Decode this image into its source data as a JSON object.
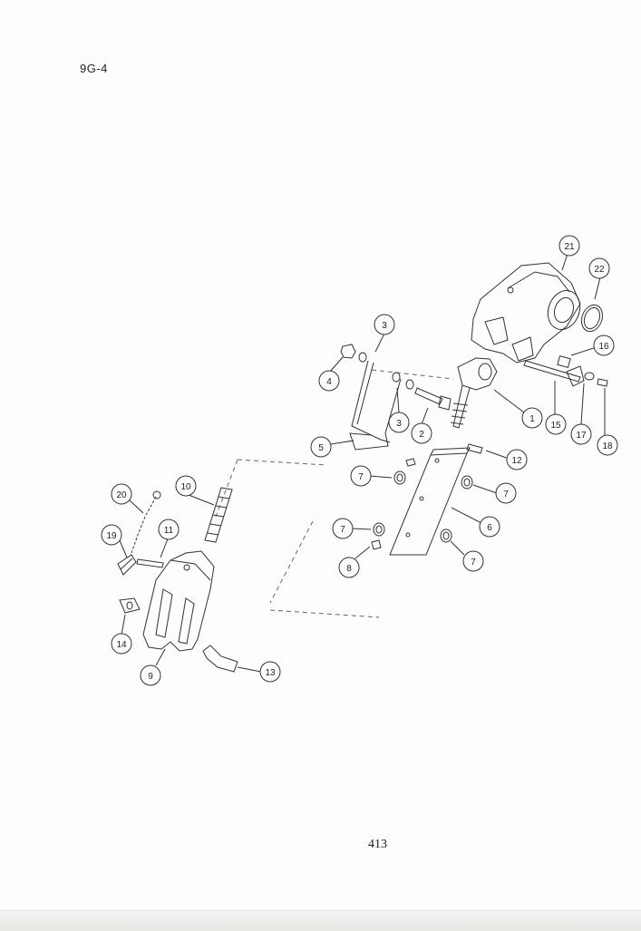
{
  "header": {
    "page_code": "9G-4"
  },
  "footer": {
    "page_number": "413"
  },
  "callouts": [
    "1",
    "2",
    "3",
    "3",
    "4",
    "5",
    "6",
    "7",
    "7",
    "7",
    "7",
    "8",
    "9",
    "10",
    "11",
    "12",
    "13",
    "14",
    "15",
    "16",
    "17",
    "18",
    "19",
    "20",
    "21",
    "22"
  ]
}
